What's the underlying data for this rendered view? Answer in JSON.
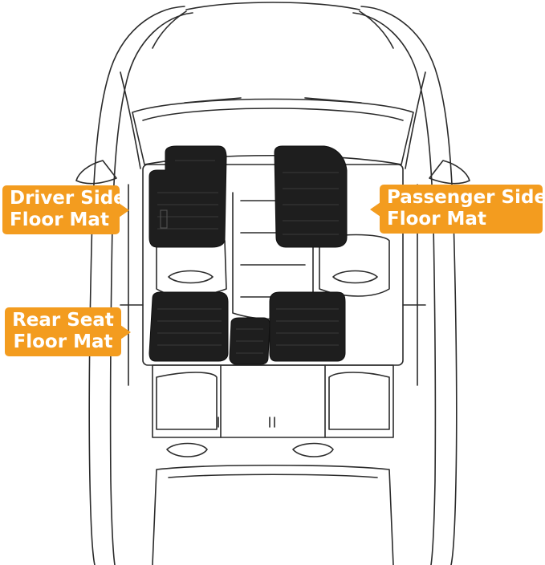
{
  "callouts": {
    "driver": {
      "line1": "Driver Side",
      "line2": "Floor Mat"
    },
    "passenger": {
      "line1": "Passenger Side",
      "line2": "Floor Mat"
    },
    "rear": {
      "line1": "Rear Seat",
      "line2": "Floor Mat"
    }
  },
  "colors": {
    "callout_bg": "#f39c1f",
    "callout_text": "#ffffff",
    "outline": "#2b2b2b",
    "mat": "#1e1e1e"
  }
}
